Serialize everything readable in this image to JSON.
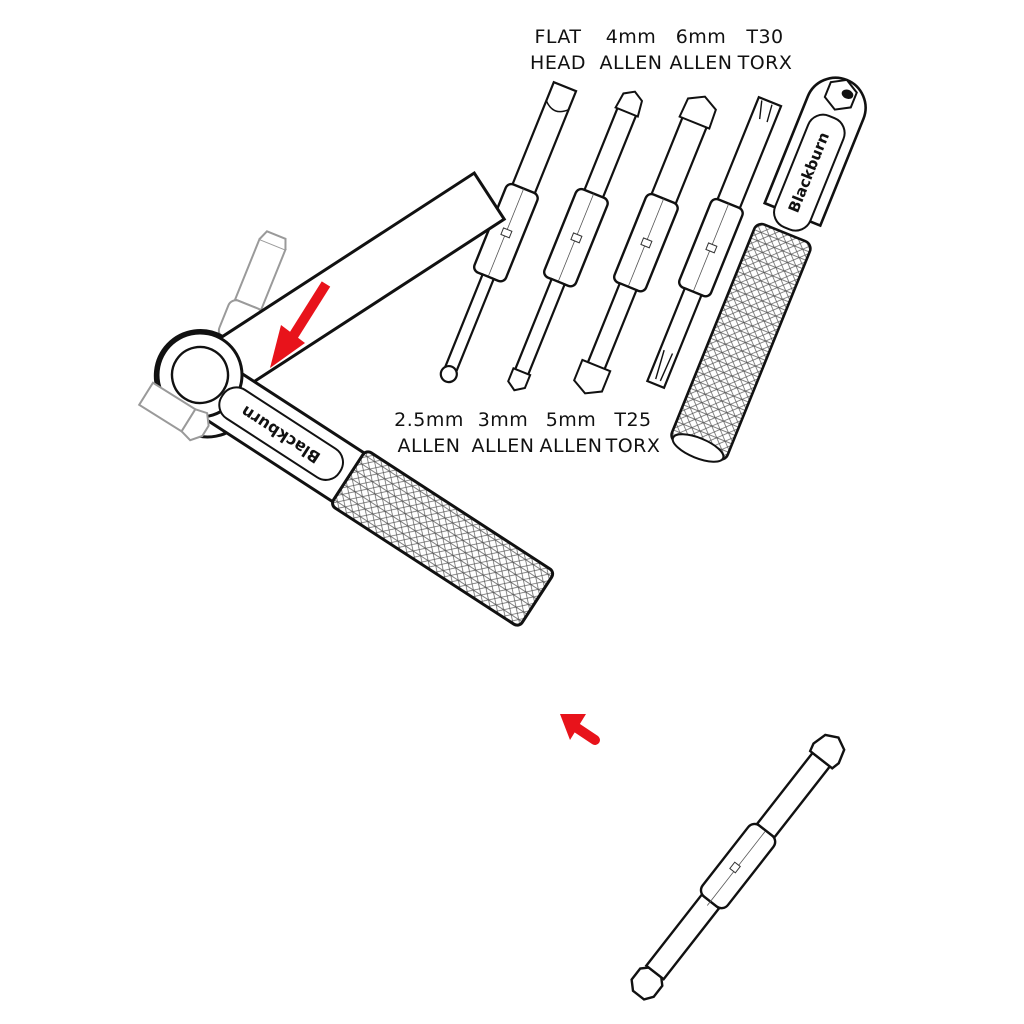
{
  "diagram": {
    "brand_name": "Blackburn",
    "accent_color": "#e8131b",
    "line_color": "#111111",
    "ghost_color": "#9a9a9a",
    "top_bits": [
      {
        "line1": "FLAT",
        "line2": "HEAD"
      },
      {
        "line1": "4mm",
        "line2": "ALLEN"
      },
      {
        "line1": "6mm",
        "line2": "ALLEN"
      },
      {
        "line1": "T30",
        "line2": "TORX"
      }
    ],
    "bottom_bits": [
      {
        "line1": "2.5mm",
        "line2": "ALLEN"
      },
      {
        "line1": "3mm",
        "line2": "ALLEN"
      },
      {
        "line1": "5mm",
        "line2": "ALLEN"
      },
      {
        "line1": "T25",
        "line2": "TORX"
      }
    ],
    "arrows": [
      {
        "name": "insert-torx-bit-arrow",
        "direction": "down-left"
      },
      {
        "name": "insert-hex-bit-arrow",
        "direction": "up-left"
      }
    ]
  }
}
